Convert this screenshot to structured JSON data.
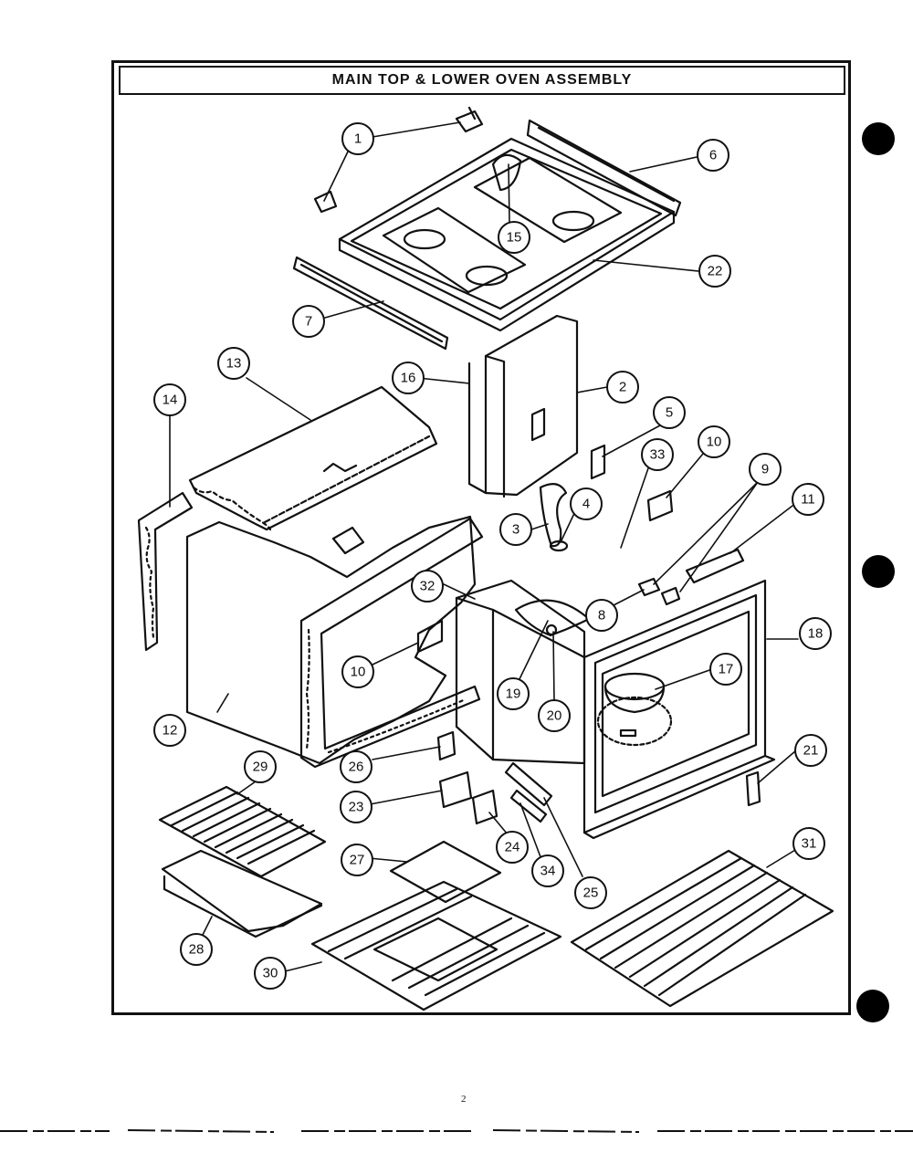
{
  "title": "MAIN TOP & LOWER OVEN ASSEMBLY",
  "page_number": "2",
  "callouts": [
    "1",
    "2",
    "3",
    "4",
    "5",
    "6",
    "7",
    "8",
    "9",
    "10",
    "10",
    "11",
    "12",
    "13",
    "14",
    "15",
    "16",
    "17",
    "18",
    "19",
    "20",
    "21",
    "22",
    "23",
    "24",
    "25",
    "26",
    "27",
    "28",
    "29",
    "30",
    "31",
    "32",
    "33",
    "34"
  ],
  "colors": {
    "ink": "#111111",
    "paper": "#ffffff"
  }
}
